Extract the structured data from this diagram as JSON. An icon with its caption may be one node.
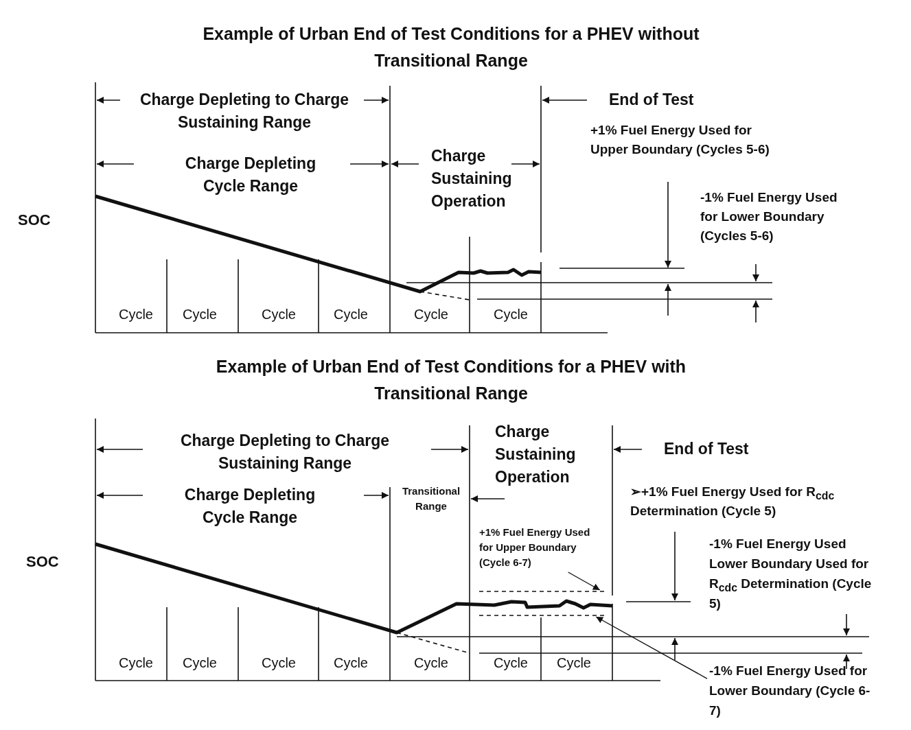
{
  "diagram": {
    "nodes": [
      {
        "text": [
          "+1% Fuel Energy Used for Upper Boundary (Cycle 6-7)"
        ]
      },
      {
        "text": [
          "-1% Fuel Energy Used for Lower Boundary (Cycle 6-7)"
        ]
      },
      {
        "text": [],
        "shape": "line"
      },
      {
        "text": [],
        "shape": "line"
      }
    ],
    "edges": [
      {
        "from": 0,
        "to": 2,
        "arrow": "to"
      },
      {
        "from": 1,
        "to": 3,
        "arrow": "to"
      }
    ],
    "labels": [
      "Example of Urban End of Test Conditions for a PHEV without Transitional Range",
      "Charge Depleting to Charge Sustaining Range",
      "End of Test",
      "+1% Fuel Energy Used for Upper Boundary (Cycles 5-6)",
      "Charge Depleting Cycle Range",
      "Charge Sustaining Operation",
      "SOC",
      "-1% Fuel Energy Used for Lower Boundary (Cycles 5-6)",
      "Cycle",
      "Cycle",
      "Cycle",
      "Cycle",
      "Cycle",
      "Cycle",
      "Example of Urban End of Test Conditions for a PHEV with Transitional Range",
      "Charge Depleting to Charge Sustaining Range",
      "Charge Sustaining Operation",
      "End of Test",
      "Charge Depleting Cycle Range",
      "Transitional Range",
      "➢+1% Fuel Energy Used for R$_{cdc}$ Determination (Cycle 5)",
      "SOC",
      "-1% Fuel Energy Used Lower Boundary Used for R$_{cdc}$ Determination (Cycle 5)",
      "Cycle",
      "Cycle",
      "Cycle",
      "Cycle",
      "Cycle",
      "Cycle",
      "Cycle"
    ]
  }
}
